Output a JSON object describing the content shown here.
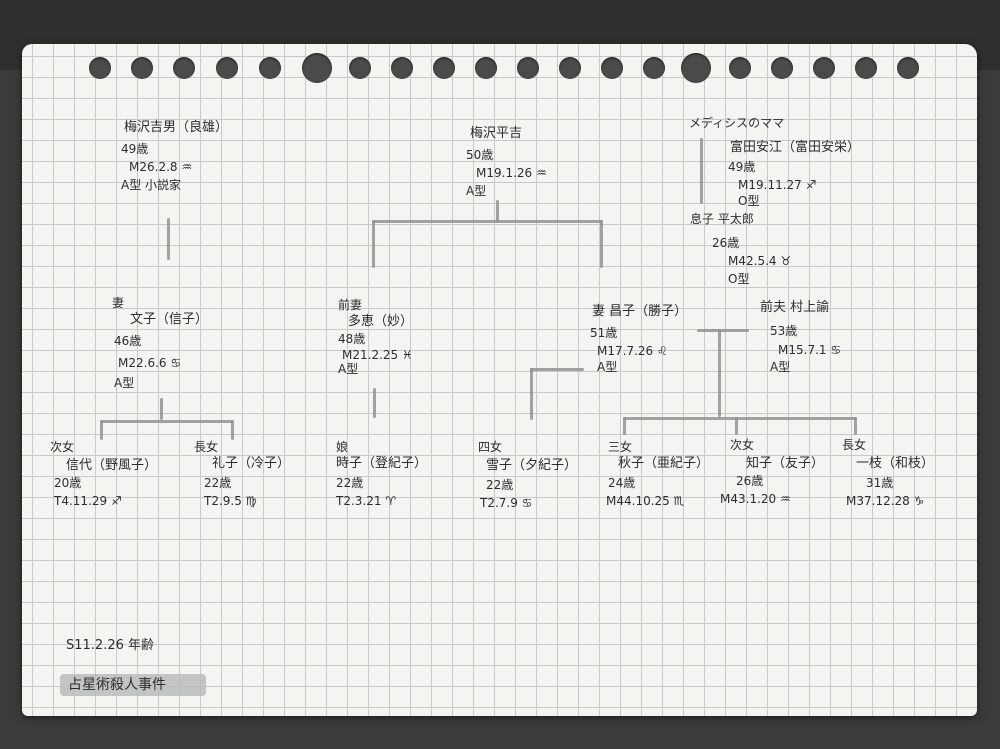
{
  "sheet": {
    "title_block": {
      "date_line": "S11.2.26 年齢",
      "title": "占星術殺人事件"
    }
  },
  "people": {
    "heikichi": {
      "name": "梅沢平吉",
      "age": "50歳",
      "birth": "M19.1.26 ♒",
      "blood": "A型"
    },
    "yoshio": {
      "name": "梅沢吉男（良雄）",
      "age": "49歳",
      "birth": "M26.2.8 ♒",
      "blood_note": "A型 小説家"
    },
    "mistress": {
      "label": "メディシスのママ",
      "name": "富田安江（富田安栄）",
      "age": "49歳",
      "birth": "M19.11.27 ♐",
      "blood": "O型"
    },
    "heitaro": {
      "label": "息子 平太郎",
      "age": "26歳",
      "birth": "M42.5.4 ♉",
      "blood": "O型"
    },
    "fumiko": {
      "label": "妻",
      "name": "文子（信子）",
      "age": "46歳",
      "birth": "M22.6.6 ♋",
      "blood": "A型"
    },
    "tae": {
      "label": "前妻",
      "name": "多恵（妙）",
      "age": "48歳",
      "birth": "M21.2.25 ♓",
      "blood": "A型"
    },
    "masako": {
      "label": "妻 昌子（勝子）",
      "age": "51歳",
      "birth": "M17.7.26 ♌",
      "blood": "A型"
    },
    "murakami": {
      "label": "前夫 村上諭",
      "age": "53歳",
      "birth": "M15.7.1 ♋",
      "blood": "A型"
    }
  },
  "children": [
    {
      "label": "次女",
      "name": "信代（野風子）",
      "age": "20歳",
      "birth": "T4.11.29 ♐"
    },
    {
      "label": "長女",
      "name": "礼子（冷子）",
      "age": "22歳",
      "birth": "T2.9.5 ♍"
    },
    {
      "label": "娘",
      "name": "時子（登紀子）",
      "age": "22歳",
      "birth": "T2.3.21 ♈"
    },
    {
      "label": "四女",
      "name": "雪子（夕紀子）",
      "age": "22歳",
      "birth": "T2.7.9 ♋"
    },
    {
      "label": "三女",
      "name": "秋子（亜紀子）",
      "age": "24歳",
      "birth": "M44.10.25 ♏"
    },
    {
      "label": "次女",
      "name": "知子（友子）",
      "age": "26歳",
      "birth": "M43.1.20 ♒"
    },
    {
      "label": "長女",
      "name": "一枝（和枝）",
      "age": "31歳",
      "birth": "M37.12.28 ♑"
    }
  ]
}
